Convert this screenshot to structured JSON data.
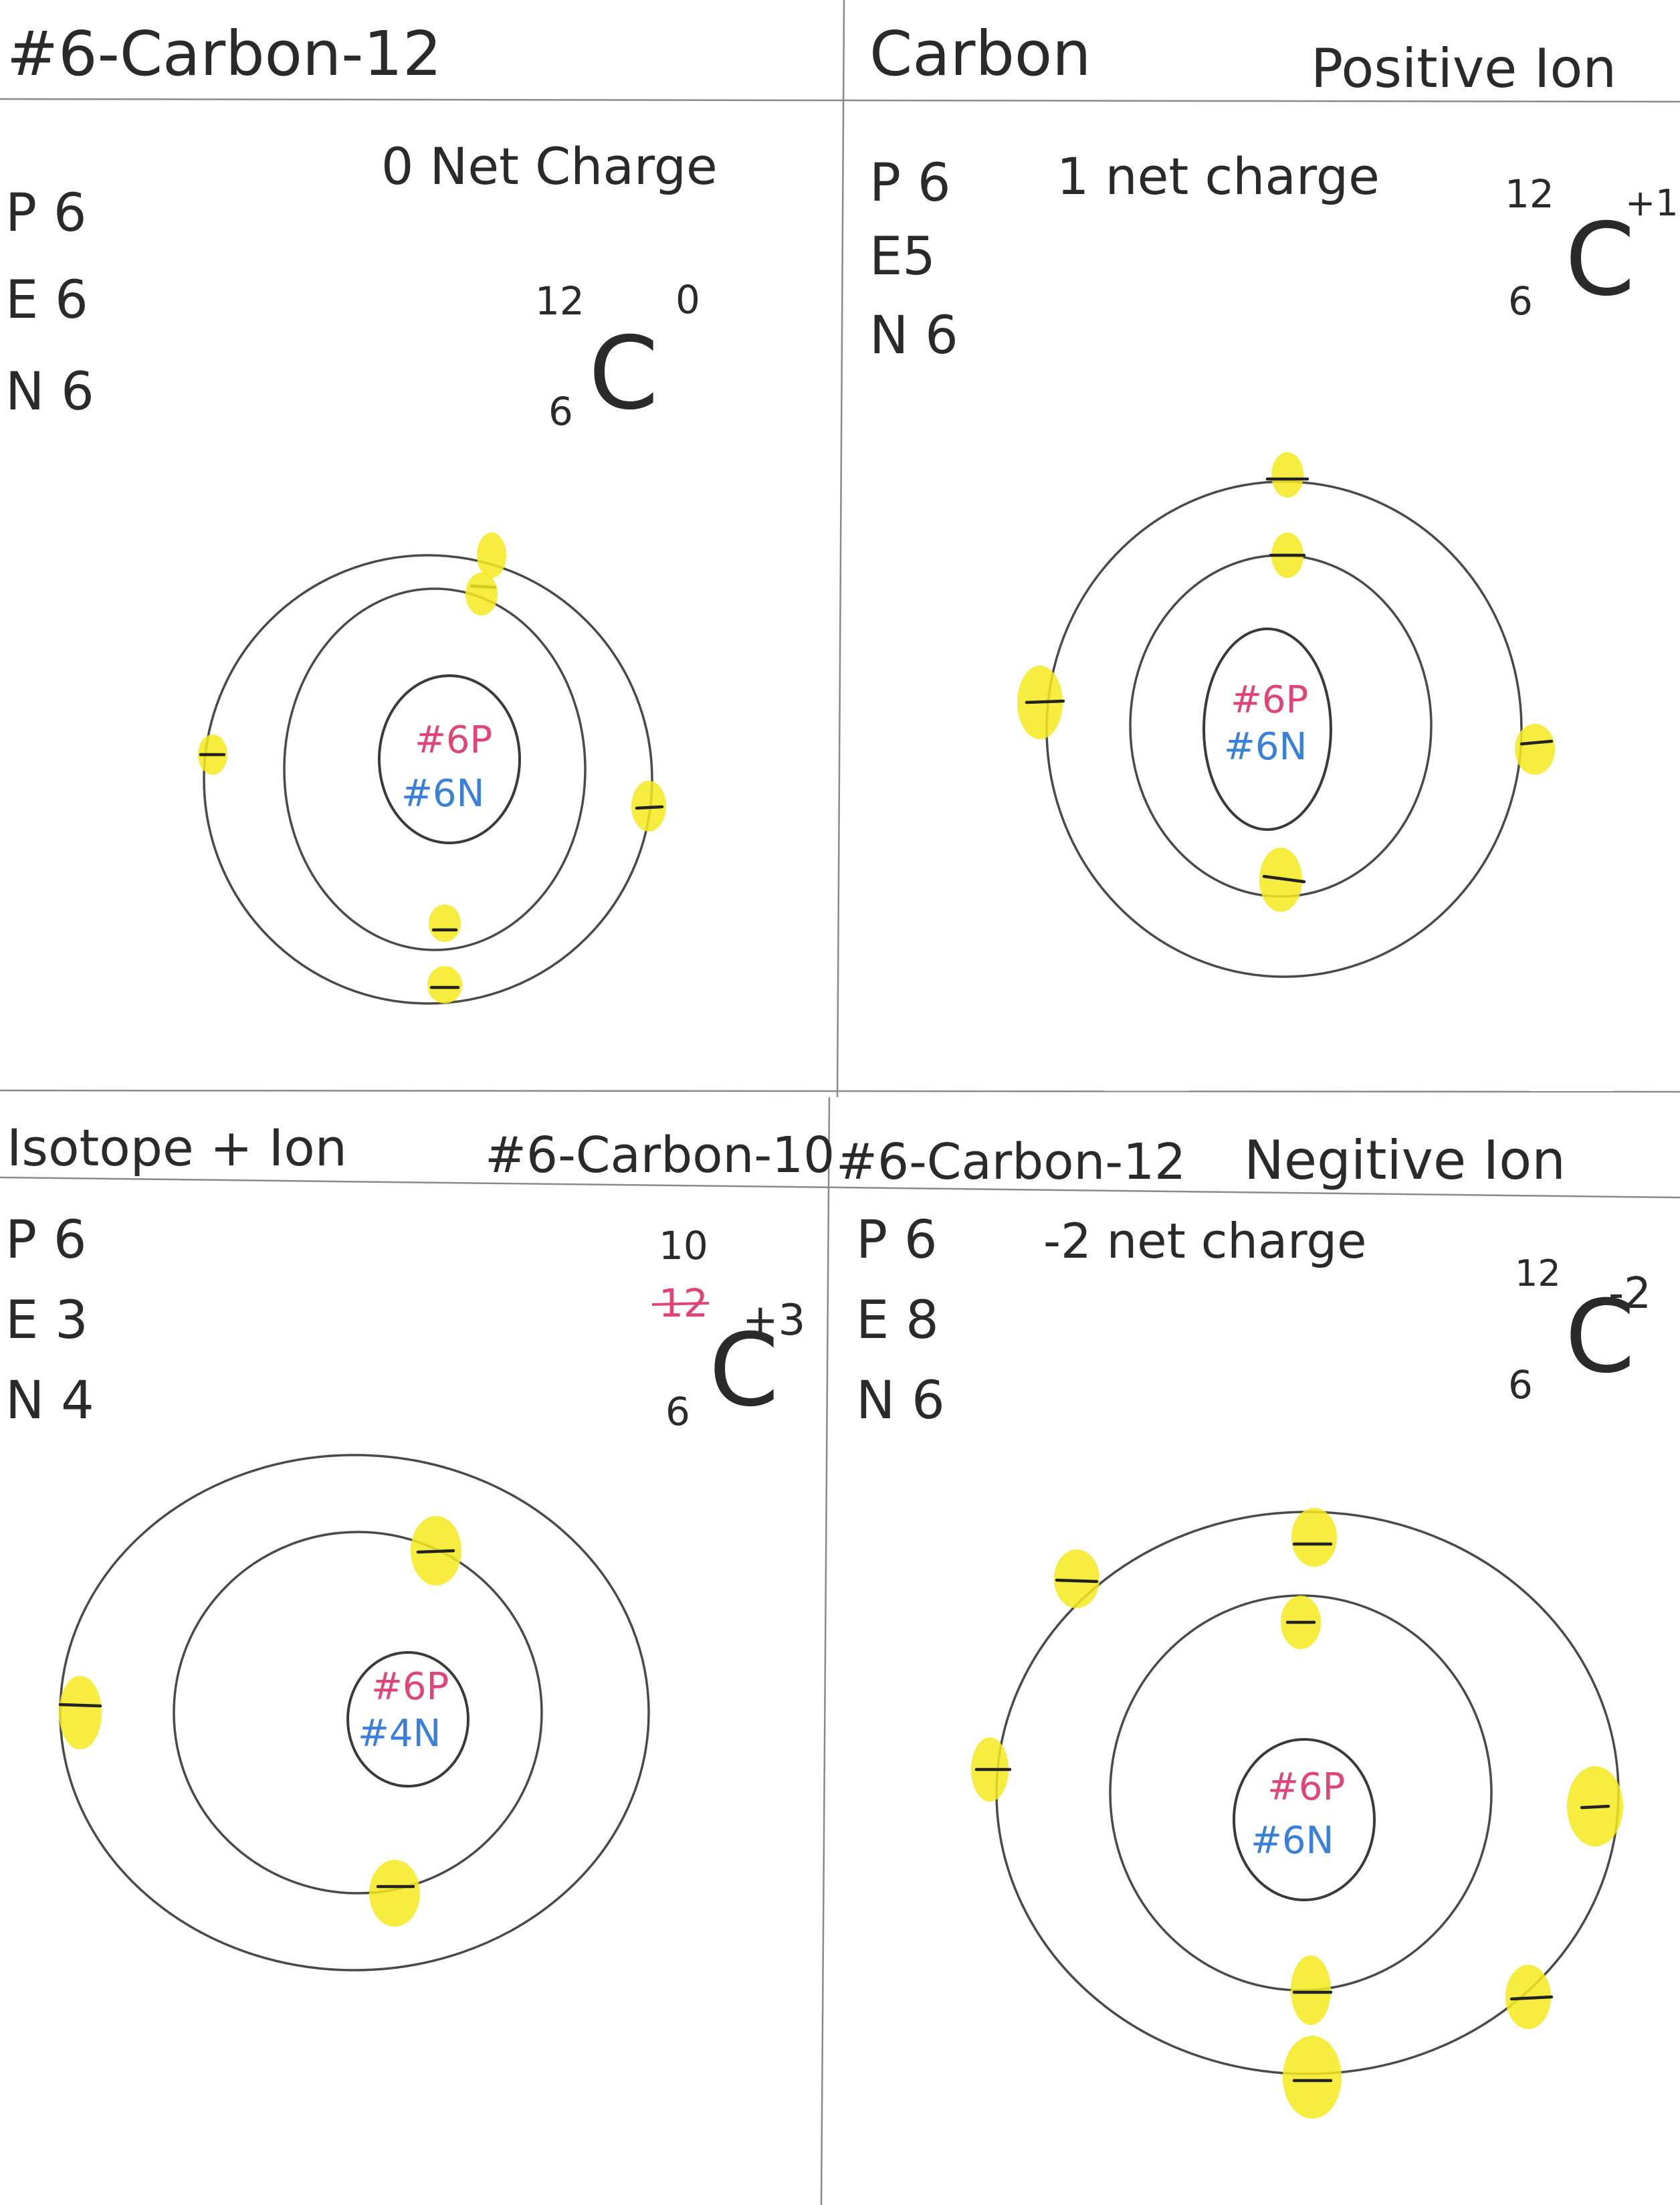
{
  "panels": [
    {
      "id": "top-left",
      "title": "#6-Carbon-12",
      "charge_text": "0 Net Charge",
      "counts": [
        "P 6",
        "E 6",
        "N 6"
      ],
      "notation": {
        "mass": "12",
        "atomic": "6",
        "symbol": "C",
        "charge": "0",
        "mass_struck": ""
      },
      "nucleus": {
        "protons": "#6P",
        "neutrons": "#6N"
      },
      "electrons": {
        "inner": 2,
        "outer": 4
      }
    },
    {
      "id": "top-right",
      "title": "Carbon",
      "title_right": "Positive Ion",
      "charge_text": "1 net charge",
      "counts": [
        "P 6",
        "E5",
        "N 6"
      ],
      "notation": {
        "mass": "12",
        "atomic": "6",
        "symbol": "C",
        "charge": "+1",
        "mass_struck": ""
      },
      "nucleus": {
        "protons": "#6P",
        "neutrons": "#6N"
      },
      "electrons": {
        "inner": 2,
        "outer": 3
      }
    },
    {
      "id": "bottom-left",
      "title": "Isotope + Ion",
      "title_right": "#6-Carbon-10",
      "charge_text": "",
      "counts": [
        "P 6",
        "E 3",
        "N 4"
      ],
      "notation": {
        "mass": "10",
        "atomic": "6",
        "symbol": "C",
        "charge": "+3",
        "mass_struck": "12"
      },
      "nucleus": {
        "protons": "#6P",
        "neutrons": "#4N"
      },
      "electrons": {
        "inner": 2,
        "outer": 1
      }
    },
    {
      "id": "bottom-right",
      "title": "#6-Carbon-12",
      "title_right": "Negitive Ion",
      "charge_text": "-2 net charge",
      "counts": [
        "P 6",
        "E 8",
        "N 6"
      ],
      "notation": {
        "mass": "12",
        "atomic": "6",
        "symbol": "C",
        "charge": "-2",
        "mass_struck": ""
      },
      "nucleus": {
        "protons": "#6P",
        "neutrons": "#6N"
      },
      "electrons": {
        "inner": 2,
        "outer": 6
      }
    }
  ],
  "colors": {
    "proton_text": "#e0457a",
    "neutron_text": "#3a7fd8",
    "electron_highlight": "#f5ea1f",
    "ink": "#2a2a2a"
  }
}
